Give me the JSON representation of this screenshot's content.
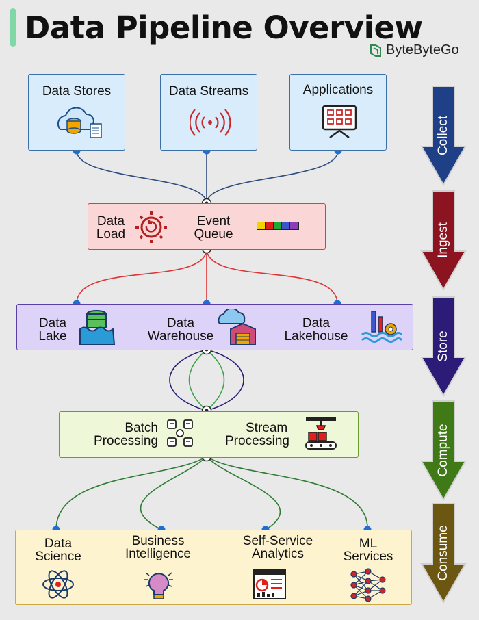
{
  "header": {
    "title": "Data Pipeline Overview",
    "brand": "ByteByteGo"
  },
  "stages": [
    {
      "name": "Collect",
      "color": "#1f3f86"
    },
    {
      "name": "Ingest",
      "color": "#8b1420"
    },
    {
      "name": "Store",
      "color": "#2d1b78"
    },
    {
      "name": "Compute",
      "color": "#3f7a17"
    },
    {
      "name": "Consume",
      "color": "#6b5612"
    }
  ],
  "sources": [
    {
      "label": "Data Stores",
      "icon": "cloud-database-icon"
    },
    {
      "label": "Data Streams",
      "icon": "signal-stream-icon"
    },
    {
      "label": "Applications",
      "icon": "app-grid-icon"
    }
  ],
  "ingest": {
    "data_load": [
      "Data",
      "Load"
    ],
    "event_queue": [
      "Event",
      "Queue"
    ],
    "queue_colors": [
      "#f0d400",
      "#e0201a",
      "#1fa83a",
      "#3b57c9",
      "#8a3fb8"
    ]
  },
  "store": {
    "items": [
      {
        "line1": "Data",
        "line2": "Lake"
      },
      {
        "line1": "Data",
        "line2": "Warehouse"
      },
      {
        "line1": "Data",
        "line2": "Lakehouse"
      }
    ]
  },
  "compute": {
    "batch": [
      "Batch",
      "Processing"
    ],
    "stream": [
      "Stream",
      "Processing"
    ]
  },
  "consume": {
    "items": [
      {
        "line1": "Data",
        "line2": "Science",
        "icon": "atom-icon"
      },
      {
        "line1": "Business",
        "line2": "Intelligence",
        "icon": "brain-bulb-icon"
      },
      {
        "line1": "Self-Service",
        "line2": "Analytics",
        "icon": "dashboard-icon"
      },
      {
        "line1": "ML",
        "line2": "Services",
        "icon": "neural-network-icon"
      }
    ]
  }
}
